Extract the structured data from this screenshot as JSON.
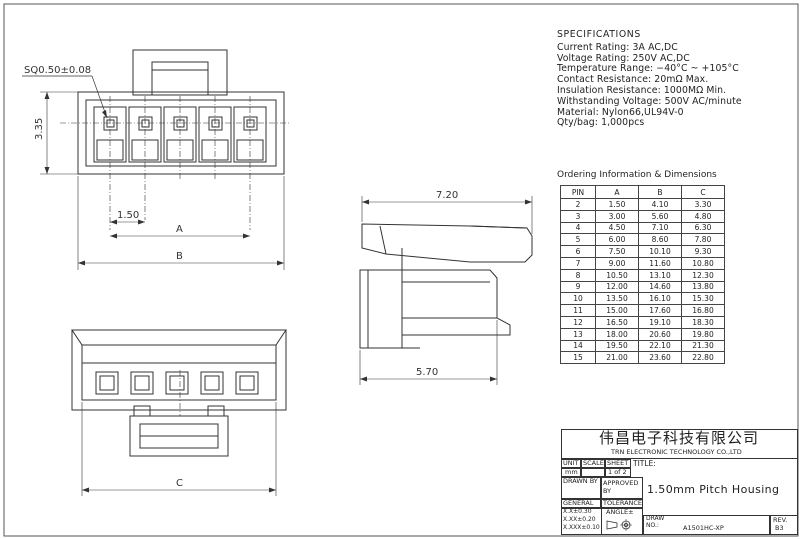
{
  "dimensions": {
    "sq": "SQ0.50±0.08",
    "height": "3.35",
    "pitch": "1.50",
    "a": "A",
    "b": "B",
    "c": "C",
    "length": "7.20",
    "depth": "5.70"
  },
  "specifications": {
    "title": "SPECIFICATIONS",
    "lines": [
      "Current Rating: 3A AC,DC",
      "Voltage Rating: 250V AC,DC",
      "Temperature Range: −40°C ~ +105°C",
      "Contact Resistance: 20mΩ Max.",
      "Insulation Resistance: 1000MΩ Min.",
      "Withstanding Voltage: 500V AC/minute",
      "Material: Nylon66,UL94V-0",
      "Qty/bag: 1,000pcs"
    ]
  },
  "ordering": {
    "title": "Ordering Information & Dimensions",
    "headers": [
      "PIN",
      "A",
      "B",
      "C"
    ],
    "rows": [
      [
        "2",
        "1.50",
        "4.10",
        "3.30"
      ],
      [
        "3",
        "3.00",
        "5.60",
        "4.80"
      ],
      [
        "4",
        "4.50",
        "7.10",
        "6.30"
      ],
      [
        "5",
        "6.00",
        "8.60",
        "7.80"
      ],
      [
        "6",
        "7.50",
        "10.10",
        "9.30"
      ],
      [
        "7",
        "9.00",
        "11.60",
        "10.80"
      ],
      [
        "8",
        "10.50",
        "13.10",
        "12.30"
      ],
      [
        "9",
        "12.00",
        "14.60",
        "13.80"
      ],
      [
        "10",
        "13.50",
        "16.10",
        "15.30"
      ],
      [
        "11",
        "15.00",
        "17.60",
        "16.80"
      ],
      [
        "12",
        "16.50",
        "19.10",
        "18.30"
      ],
      [
        "13",
        "18.00",
        "20.60",
        "19.80"
      ],
      [
        "14",
        "19.50",
        "22.10",
        "21.30"
      ],
      [
        "15",
        "21.00",
        "23.60",
        "22.80"
      ]
    ]
  },
  "titleblock": {
    "company_cn": "伟昌电子科技有限公司",
    "company_en": "TRN ELECTRONIC TECHNOLOGY CO.,LTD",
    "unit_label": "UNIT",
    "unit_value": "mm",
    "scale_label": "SCALE",
    "sheet_label": "SHEET",
    "sheet_value": "1 of 2",
    "title_label": "TITLE:",
    "title_value": "1.50mm Pitch Housing",
    "drawn_by": "DRAWN BY",
    "approved_by": "APPROVED BY",
    "general": "GENERAL",
    "tolerance": "TOLERANCE",
    "tol_x": "X.X±0.30",
    "tol_xx": "X.XX±0.20",
    "tol_xxx": "X.XXX±0.10",
    "angle": "ANGLE±",
    "draw_no_label": "DRAW NO.:",
    "draw_no_value": "A1501HC-XP",
    "rev_label": "REV.",
    "rev_value": "B3"
  }
}
